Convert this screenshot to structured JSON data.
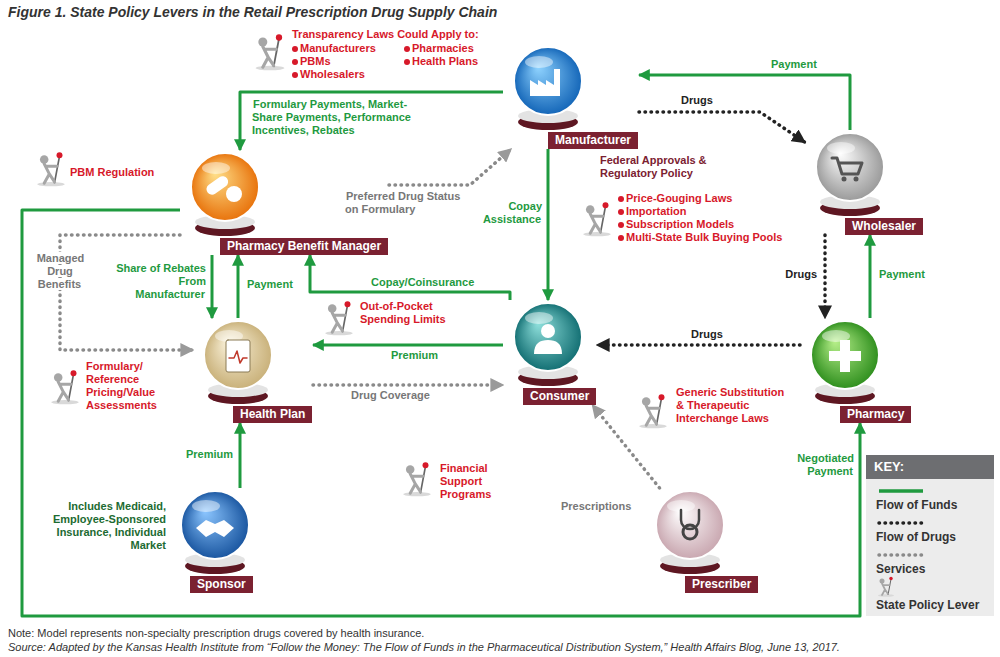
{
  "diagram": {
    "title": "Figure 1. State Policy Levers in the Retail Prescription Drug Supply Chain",
    "caption": "Note: Model represents non-specialty prescription drugs covered by health insurance.",
    "nodes": [
      {
        "text": [
          "Manufacturer"
        ]
      },
      {
        "text": [
          "Wholesaler"
        ]
      },
      {
        "text": [
          "Pharmacy Benefit Manager"
        ]
      },
      {
        "text": [
          "Health Plan"
        ]
      },
      {
        "text": [
          "Consumer"
        ]
      },
      {
        "text": [
          "Pharmacy"
        ]
      },
      {
        "text": [
          "Sponsor"
        ]
      },
      {
        "text": [
          "Prescriber"
        ]
      }
    ],
    "edges": [
      {
        "from": 0,
        "to": 2,
        "arrow": "to",
        "label": "Formulary Payments, Market-Share Payments, Performance Incentives, Rebates"
      },
      {
        "from": 2,
        "to": 0,
        "arrow": "to",
        "label": "Preferred Drug Status on Formulary"
      },
      {
        "from": 0,
        "to": 1,
        "arrow": "to",
        "label": "Drugs"
      },
      {
        "from": 1,
        "to": 0,
        "arrow": "to",
        "label": "Payment"
      },
      {
        "from": 1,
        "to": 5,
        "arrow": "to",
        "label": "Drugs"
      },
      {
        "from": 5,
        "to": 1,
        "arrow": "to",
        "label": "Payment"
      },
      {
        "from": 0,
        "to": 4,
        "arrow": "to",
        "label": "Copay Assistance"
      },
      {
        "from": 2,
        "to": 3,
        "arrow": "to",
        "label": "Share of Rebates From Manufacturer"
      },
      {
        "from": 3,
        "to": 2,
        "arrow": "to",
        "label": "Payment"
      },
      {
        "from": 2,
        "to": 3,
        "arrow": "to",
        "label": "Managed Drug Benefits"
      },
      {
        "from": 4,
        "to": 2,
        "arrow": "to",
        "label": "Copay/Coinsurance"
      },
      {
        "from": 4,
        "to": 3,
        "arrow": "to",
        "label": "Premium"
      },
      {
        "from": 3,
        "to": 4,
        "arrow": "to",
        "label": "Drug Coverage"
      },
      {
        "from": 5,
        "to": 4,
        "arrow": "to",
        "label": "Drugs"
      },
      {
        "from": 6,
        "to": 3,
        "arrow": "to",
        "label": "Premium"
      },
      {
        "from": 7,
        "to": 4,
        "arrow": "to",
        "label": "Prescriptions"
      },
      {
        "from": 2,
        "to": 5,
        "arrow": "to",
        "label": "Negotiated Payment"
      }
    ],
    "labels": [
      "Transparency Laws Could Apply to:",
      "Manufacturers",
      "PBMs",
      "Wholesalers",
      "Pharmacies",
      "Health Plans",
      "PBM Regulation",
      "Federal Approvals & Regulatory Policy",
      "Price-Gouging Laws",
      "Importation",
      "Subscription Models",
      "Multi-State Bulk Buying Pools",
      "Out-of-Pocket Spending Limits",
      "Formulary/ Reference Pricing/Value Assessments",
      "Generic Substitution & Therapeutic Interchange Laws",
      "Financial Support Programs",
      "Includes Medicaid, Employee-Sponsored Insurance, Individual Market",
      "KEY:",
      "Source: Adapted by the Kansas Health Institute from “Follow the Money: The Flow of Funds in the Pharmaceutical Distribution System,” Health Affairs Blog, June 13, 2017."
    ],
    "legend": [
      {
        "text": "Flow of Funds"
      },
      {
        "text": "Flow of Drugs"
      },
      {
        "text": "Services"
      },
      {
        "text": "State Policy Lever"
      }
    ]
  }
}
